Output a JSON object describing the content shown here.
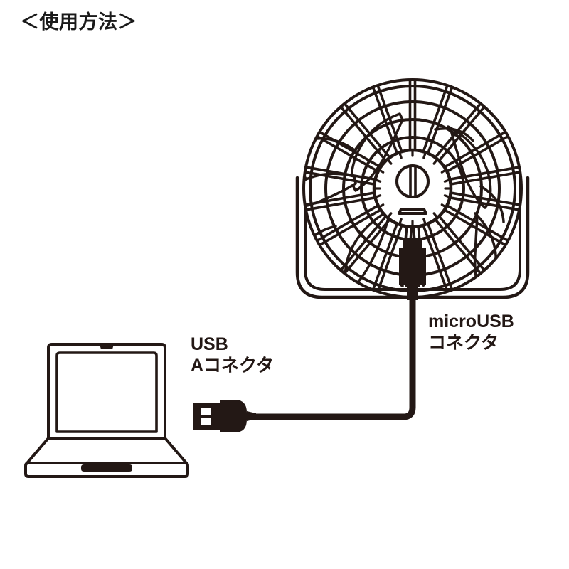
{
  "heading": {
    "text": "＜使用方法＞"
  },
  "labels": {
    "usb_a": {
      "line1": "USB",
      "line2": "Aコネクタ"
    },
    "micro_usb": {
      "line1": "microUSB",
      "line2": "コネクタ"
    }
  },
  "diagram": {
    "title": "usb-fan-connection-diagram",
    "line_color": "#231815",
    "fill_color": "#ffffff",
    "parts": [
      {
        "name": "laptop",
        "description": "ノートパソコン"
      },
      {
        "name": "usb-a-connector",
        "description": "USB Aコネクタ プラグ"
      },
      {
        "name": "usb-cable",
        "description": "USBケーブル"
      },
      {
        "name": "micro-usb-connector",
        "description": "microUSBコネクタ プラグ"
      },
      {
        "name": "usb-fan",
        "description": "USB扇風機"
      }
    ]
  }
}
